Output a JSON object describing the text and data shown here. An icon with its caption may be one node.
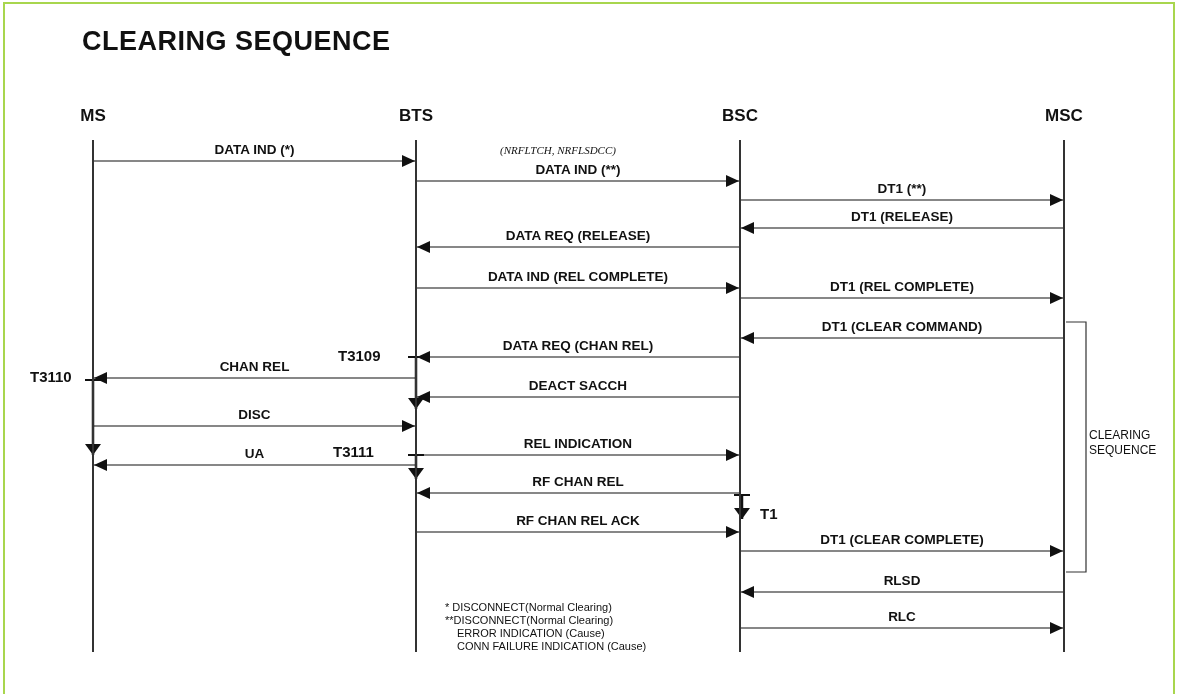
{
  "diagram": {
    "title": "CLEARING SEQUENCE",
    "nodes": [
      {
        "text": [
          "MS"
        ]
      },
      {
        "text": [
          "BTS"
        ]
      },
      {
        "text": [
          "BSC"
        ]
      },
      {
        "text": [
          "MSC"
        ]
      }
    ],
    "edges": [
      {
        "from": 0,
        "to": 1,
        "arrow": "to",
        "label": "DATA IND (*)"
      },
      {
        "from": 1,
        "to": 2,
        "arrow": "to",
        "label": "DATA IND (**)"
      },
      {
        "from": 2,
        "to": 3,
        "arrow": "to",
        "label": "DT1  (**)"
      },
      {
        "from": 3,
        "to": 2,
        "arrow": "to",
        "label": "DT1  (RELEASE)"
      },
      {
        "from": 2,
        "to": 1,
        "arrow": "to",
        "label": "DATA REQ  (RELEASE)"
      },
      {
        "from": 1,
        "to": 2,
        "arrow": "to",
        "label": "DATA IND  (REL COMPLETE)"
      },
      {
        "from": 2,
        "to": 3,
        "arrow": "to",
        "label": "DT1  (REL COMPLETE)"
      },
      {
        "from": 3,
        "to": 2,
        "arrow": "to",
        "label": "DT1  (CLEAR COMMAND)"
      },
      {
        "from": 2,
        "to": 1,
        "arrow": "to",
        "label": "DATA REQ  (CHAN REL)"
      },
      {
        "from": 1,
        "to": 0,
        "arrow": "to",
        "label": "CHAN REL"
      },
      {
        "from": 2,
        "to": 1,
        "arrow": "to",
        "label": "DEACT SACCH"
      },
      {
        "from": 0,
        "to": 1,
        "arrow": "to",
        "label": "DISC"
      },
      {
        "from": 1,
        "to": 2,
        "arrow": "to",
        "label": "REL INDICATION"
      },
      {
        "from": 1,
        "to": 0,
        "arrow": "to",
        "label": "UA"
      },
      {
        "from": 2,
        "to": 1,
        "arrow": "to",
        "label": "RF CHAN REL"
      },
      {
        "from": 1,
        "to": 2,
        "arrow": "to",
        "label": "RF CHAN REL ACK"
      },
      {
        "from": 2,
        "to": 3,
        "arrow": "to",
        "label": "DT1  (CLEAR COMPLETE)"
      },
      {
        "from": 3,
        "to": 2,
        "arrow": "to",
        "label": "RLSD"
      },
      {
        "from": 2,
        "to": 3,
        "arrow": "to",
        "label": "RLC"
      }
    ],
    "labels": [
      "(NRFLTCH, NRFLSDCC)",
      "T3109",
      "T3110",
      "CLEARING SEQUENCE",
      "T3111",
      "T1",
      "*  DISCONNECT(Normal Clearing)",
      "**DISCONNECT(Normal Clearing)",
      "ERROR INDICATION (Cause)",
      "CONN FAILURE INDICATION (Cause)"
    ]
  }
}
